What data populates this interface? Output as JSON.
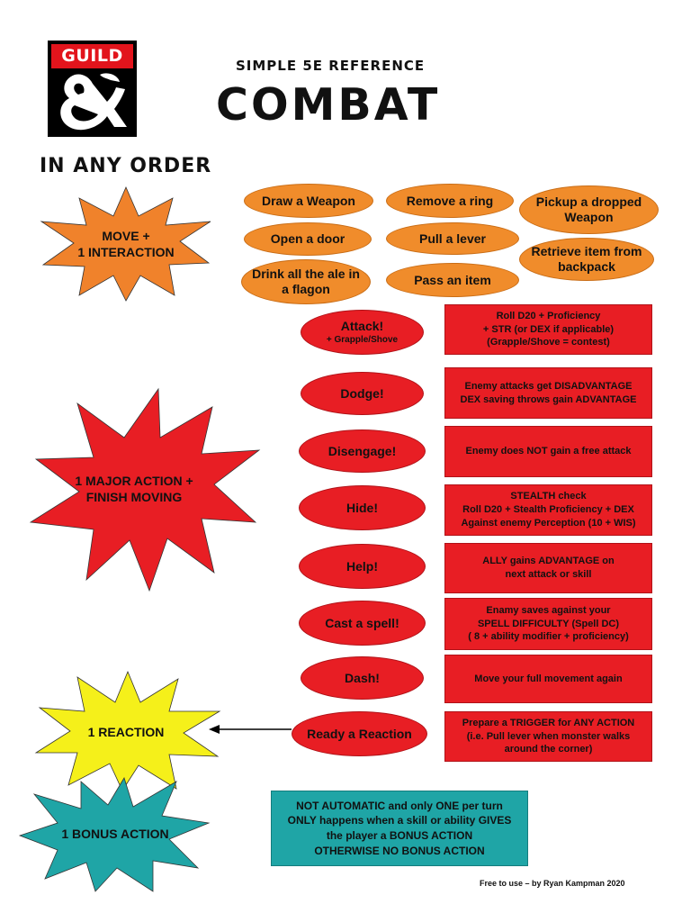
{
  "logo": {
    "word": "GUILD"
  },
  "header": {
    "subtitle": "SIMPLE 5E REFERENCE",
    "title": "COMBAT"
  },
  "heading": "IN ANY ORDER",
  "bursts": {
    "move": {
      "label": "MOVE +\n1 INTERACTION",
      "color": "#f0822b"
    },
    "major": {
      "label": "1 MAJOR ACTION +\nFINISH MOVING",
      "color": "#e81e24"
    },
    "reaction": {
      "label": "1 REACTION",
      "color": "#f5f01a"
    },
    "bonus": {
      "label": "1 BONUS ACTION",
      "color": "#1fa5a6"
    }
  },
  "interactions": [
    "Draw a Weapon",
    "Remove a ring",
    "Pickup a dropped Weapon",
    "Open a door",
    "Pull a lever",
    "Retrieve item from backpack",
    "Drink all the ale in a flagon",
    "Pass an item"
  ],
  "actions": [
    {
      "name": "Attack!",
      "sub": "+ Grapple/Shove",
      "desc": "Roll D20 + Proficiency\n+ STR (or DEX if applicable)\n(Grapple/Shove = contest)"
    },
    {
      "name": "Dodge!",
      "desc": "Enemy attacks get DISADVANTAGE\nDEX saving throws gain ADVANTAGE"
    },
    {
      "name": "Disengage!",
      "desc": "Enemy does NOT gain a free attack"
    },
    {
      "name": "Hide!",
      "desc": "STEALTH check\nRoll D20 + Stealth Proficiency + DEX\nAgainst enemy Perception (10 + WIS)"
    },
    {
      "name": "Help!",
      "desc": "ALLY gains ADVANTAGE on\nnext attack or skill"
    },
    {
      "name": "Cast a spell!",
      "desc": "Enamy saves against your\nSPELL DIFFICULTY (Spell DC)\n( 8 + ability modifier + proficiency)"
    },
    {
      "name": "Dash!",
      "desc": "Move your full movement again"
    },
    {
      "name": "Ready a Reaction",
      "desc": "Prepare a TRIGGER for ANY ACTION\n(i.e. Pull lever when monster walks\naround the corner)"
    }
  ],
  "bonus_note": "NOT AUTOMATIC and only ONE per turn\nONLY happens when a skill or ability GIVES\nthe player a BONUS ACTION\nOTHERWISE NO BONUS ACTION",
  "footer": "Free to use – by Ryan Kampman 2020"
}
